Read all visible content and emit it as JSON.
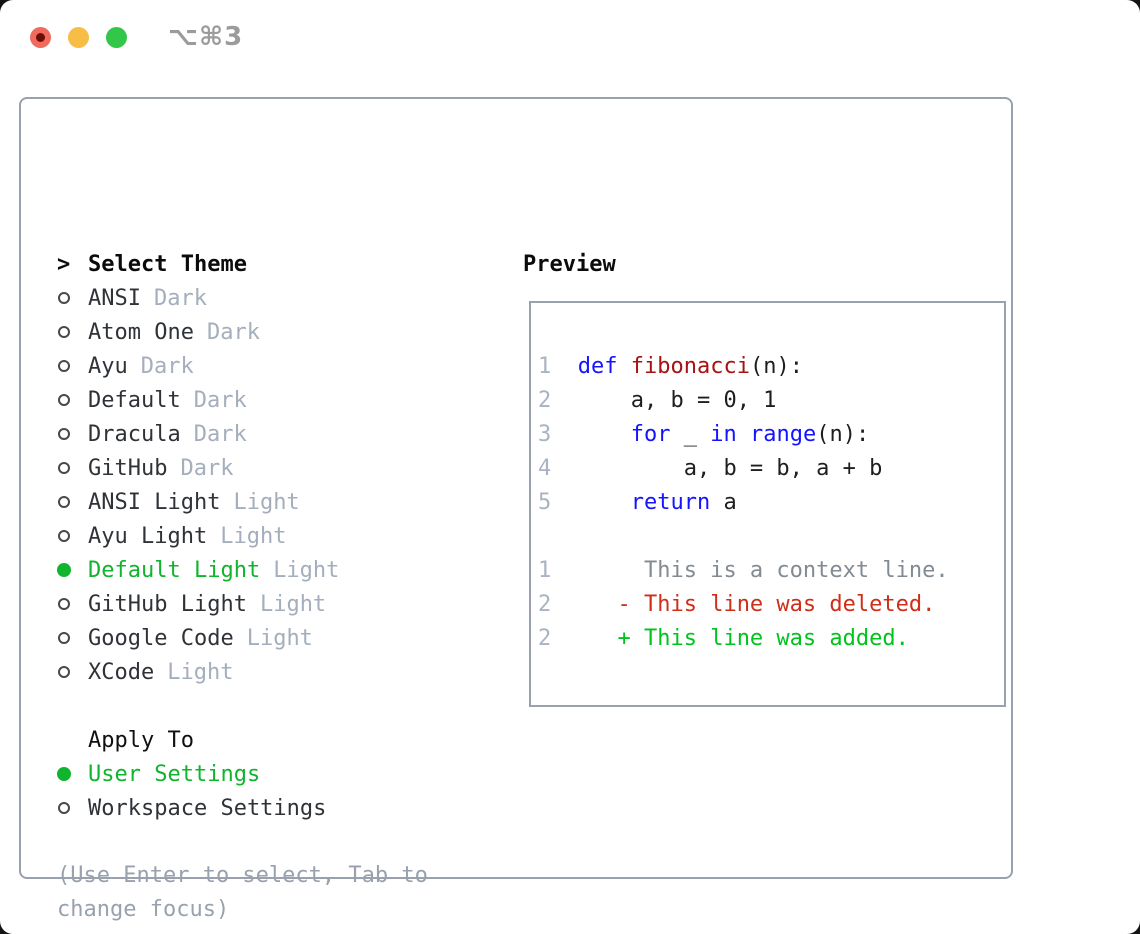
{
  "window": {
    "title": "⌥⌘3",
    "traffic_lights": {
      "close": "close",
      "minimize": "minimize",
      "zoom": "zoom"
    }
  },
  "theme_selector": {
    "cursor": ">",
    "header": "Select Theme",
    "items": [
      {
        "label": "ANSI",
        "badge": "Dark",
        "selected": false
      },
      {
        "label": "Atom One",
        "badge": "Dark",
        "selected": false
      },
      {
        "label": "Ayu",
        "badge": "Dark",
        "selected": false
      },
      {
        "label": "Default",
        "badge": "Dark",
        "selected": false
      },
      {
        "label": "Dracula",
        "badge": "Dark",
        "selected": false
      },
      {
        "label": "GitHub",
        "badge": "Dark",
        "selected": false
      },
      {
        "label": "ANSI Light",
        "badge": "Light",
        "selected": false
      },
      {
        "label": "Ayu Light",
        "badge": "Light",
        "selected": false
      },
      {
        "label": "Default Light",
        "badge": "Light",
        "selected": true
      },
      {
        "label": "GitHub Light",
        "badge": "Light",
        "selected": false
      },
      {
        "label": "Google Code",
        "badge": "Light",
        "selected": false
      },
      {
        "label": "XCode",
        "badge": "Light",
        "selected": false
      }
    ]
  },
  "apply_to": {
    "header": "Apply To",
    "options": [
      {
        "label": "User Settings",
        "selected": true
      },
      {
        "label": "Workspace Settings",
        "selected": false
      }
    ]
  },
  "hint": "(Use Enter to select, Tab to change focus)",
  "preview": {
    "title": "Preview",
    "code_lines": [
      {
        "num": "1",
        "segments": [
          {
            "t": "def",
            "c": "keyword"
          },
          {
            "t": " ",
            "c": "plain"
          },
          {
            "t": "fibonacci",
            "c": "function"
          },
          {
            "t": "(n):",
            "c": "plain"
          }
        ]
      },
      {
        "num": "2",
        "segments": [
          {
            "t": "    a, b = 0, 1",
            "c": "plain"
          }
        ]
      },
      {
        "num": "3",
        "segments": [
          {
            "t": "    ",
            "c": "plain"
          },
          {
            "t": "for",
            "c": "keyword"
          },
          {
            "t": " _ ",
            "c": "plain"
          },
          {
            "t": "in",
            "c": "keyword"
          },
          {
            "t": " ",
            "c": "plain"
          },
          {
            "t": "range",
            "c": "keyword"
          },
          {
            "t": "(n):",
            "c": "plain"
          }
        ]
      },
      {
        "num": "4",
        "segments": [
          {
            "t": "        a, b = b, a + b",
            "c": "plain"
          }
        ]
      },
      {
        "num": "5",
        "segments": [
          {
            "t": "    ",
            "c": "plain"
          },
          {
            "t": "return",
            "c": "keyword"
          },
          {
            "t": " a",
            "c": "plain"
          }
        ]
      },
      {
        "num": "",
        "segments": []
      },
      {
        "num": "1",
        "segments": [
          {
            "t": "     This is a context line.",
            "c": "context"
          }
        ]
      },
      {
        "num": "2",
        "segments": [
          {
            "t": "   - This line was deleted.",
            "c": "deleted"
          }
        ]
      },
      {
        "num": "2",
        "segments": [
          {
            "t": "   + This line was added.",
            "c": "added"
          }
        ]
      }
    ]
  },
  "colors": {
    "selected_green": "#10b42d",
    "added_green": "#00c31c",
    "deleted_red": "#cf2e18",
    "keyword_blue": "#1414ff",
    "function_red": "#a61212",
    "badge_gray": "#a4aebc",
    "hint_gray": "#98a2ae",
    "line_number_gray": "#a9b3c2",
    "panel_border": "#98a1ad",
    "traffic_red": "#f16a5e",
    "traffic_yellow": "#f7bd45",
    "traffic_green": "#32c749"
  }
}
